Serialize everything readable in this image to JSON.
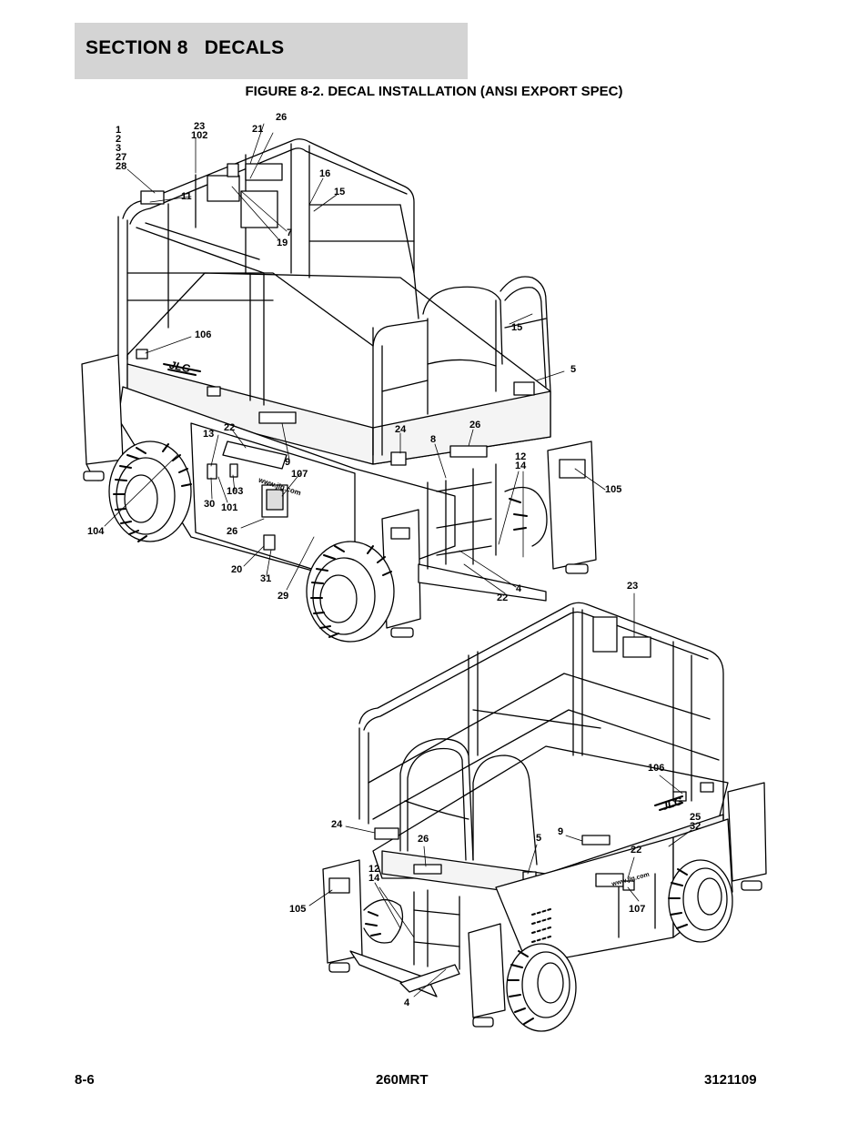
{
  "header": {
    "section_title": "SECTION 8   DECALS"
  },
  "figure": {
    "title": "FIGURE 8-2. DECAL INSTALLATION (ANSI EXPORT SPEC)",
    "brand_mark": "JLG",
    "website_text": "www.jlg.com",
    "callouts_top": [
      "1",
      "2",
      "3",
      "27",
      "28",
      "23",
      "102",
      "26",
      "21",
      "11",
      "16",
      "15",
      "7",
      "19",
      "15",
      "106",
      "5",
      "13",
      "22",
      "24",
      "26",
      "8",
      "12",
      "14",
      "9",
      "107",
      "103",
      "101",
      "30",
      "105",
      "104",
      "26",
      "20",
      "31",
      "29",
      "22",
      "4"
    ],
    "callouts_bottom": [
      "23",
      "106",
      "25",
      "32",
      "24",
      "26",
      "5",
      "9",
      "22",
      "12",
      "14",
      "105",
      "107",
      "4"
    ]
  },
  "footer": {
    "page_number": "8-6",
    "model": "260MRT",
    "manual_number": "3121109"
  }
}
